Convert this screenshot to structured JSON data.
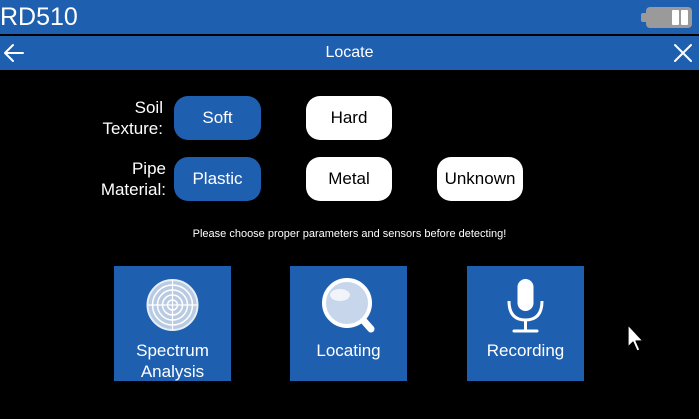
{
  "status_bar": {
    "device_name": "RD510",
    "battery_icon": "battery-icon"
  },
  "title_bar": {
    "title": "Locate",
    "back_icon": "back-arrow-icon",
    "close_icon": "close-icon"
  },
  "soil_texture": {
    "label_line1": "Soil",
    "label_line2": "Texture:",
    "options": [
      {
        "label": "Soft",
        "selected": true
      },
      {
        "label": "Hard",
        "selected": false
      }
    ]
  },
  "pipe_material": {
    "label_line1": "Pipe",
    "label_line2": "Material:",
    "options": [
      {
        "label": "Plastic",
        "selected": true
      },
      {
        "label": "Metal",
        "selected": false
      },
      {
        "label": "Unknown",
        "selected": false
      }
    ]
  },
  "hint_text": "Please choose proper parameters and sensors before detecting!",
  "tiles": [
    {
      "line1": "Spectrum",
      "line2": "Analysis",
      "icon": "spectrum-analysis-icon"
    },
    {
      "line1": "Locating",
      "line2": "",
      "icon": "magnifier-icon"
    },
    {
      "line1": "Recording",
      "line2": "",
      "icon": "microphone-icon"
    }
  ],
  "colors": {
    "accent": "#1e5fb0",
    "background": "#000000",
    "option_unselected": "#ffffff",
    "battery": "#9a9a9a"
  }
}
